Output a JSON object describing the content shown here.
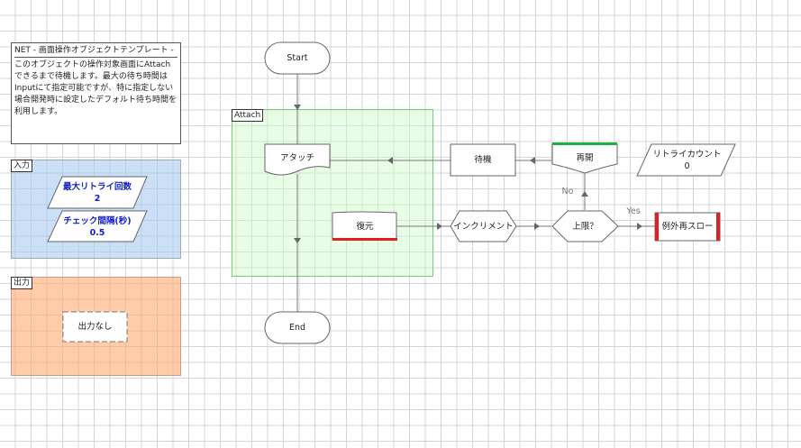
{
  "note": {
    "title": "NET - 画面操作オブジェクトテンプレート -",
    "body": "このオブジェクトの操作対象画面にAttachできるまで待機します。最大の待ち時間はInputにて指定可能ですが、特に指定しない場合開発時に設定したデフォルト待ち時間を利用します。"
  },
  "input_panel": {
    "label": "入力",
    "params": [
      {
        "name": "最大リトライ回数",
        "value": "2"
      },
      {
        "name": "チェック間隔(秒)",
        "value": "0.5"
      }
    ]
  },
  "output_panel": {
    "label": "出力",
    "content": "出力なし"
  },
  "attach_panel": {
    "label": "Attach"
  },
  "nodes": {
    "start": "Start",
    "end": "End",
    "attach": "アタッチ",
    "restore": "復元",
    "wait": "待機",
    "resume": "再開",
    "increment": "インクリメント",
    "decision": "上限？",
    "exception": "例外再スロー",
    "retry_counter": {
      "name": "リトライカウント",
      "value": "0"
    }
  },
  "edges": {
    "no": "No",
    "yes": "Yes"
  },
  "colors": {
    "accent_red": "#e02020",
    "accent_green": "#20b040",
    "param_blue": "#1020c8"
  }
}
